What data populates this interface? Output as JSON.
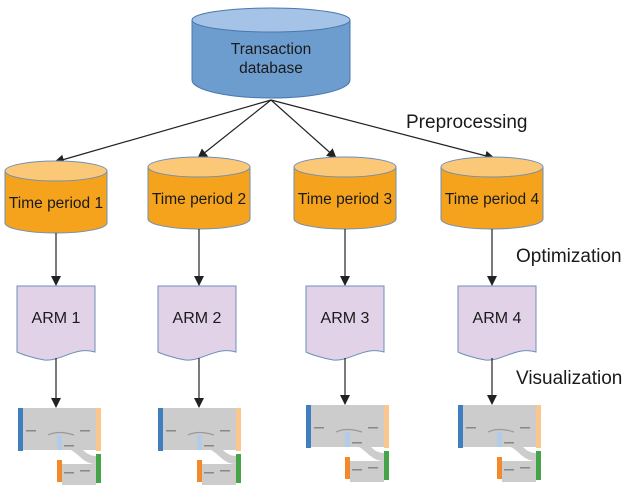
{
  "source": {
    "label_line1": "Transaction",
    "label_line2": "database",
    "color": "#6d9ccf",
    "top_color": "#a5c3e6",
    "stroke": "#4a78ad"
  },
  "stages": {
    "preprocessing": "Preprocessing",
    "optimization": "Optimization",
    "visualization": "Visualization"
  },
  "periods": [
    {
      "label": "Time period 1",
      "arm": "ARM 1"
    },
    {
      "label": "Time period 2",
      "arm": "ARM 2"
    },
    {
      "label": "Time period 3",
      "arm": "ARM 3"
    },
    {
      "label": "Time period 4",
      "arm": "ARM 4"
    }
  ],
  "colors": {
    "period_fill": "#f5a31d",
    "period_top": "#fbc878",
    "period_stroke": "#6d8fb8",
    "arm_fill": "#e1d2e8",
    "arm_stroke": "#6d8fb8",
    "arrow": "#222222",
    "sankey_blue": "#3f7fc0",
    "sankey_lightblue": "#b2cbe8",
    "sankey_orange": "#f28a2b",
    "sankey_peach": "#fbc68e",
    "sankey_green": "#45a447",
    "sankey_link": "#cccccc"
  }
}
